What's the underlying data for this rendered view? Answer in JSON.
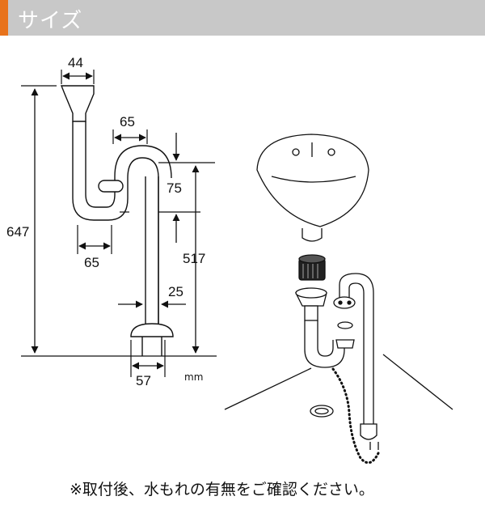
{
  "header": {
    "title": "サイズ",
    "accent_color": "#e8731c",
    "bar_color": "#c8c8c8"
  },
  "dimensions": {
    "top_width": "44",
    "total_height": "647",
    "trap_upper_width": "65",
    "trap_lower_width": "65",
    "drop_75": "75",
    "drop_517": "517",
    "pipe_diameter": "25",
    "base_width": "57",
    "unit": "mm"
  },
  "note": "※取付後、水もれの有無をご確認ください。"
}
